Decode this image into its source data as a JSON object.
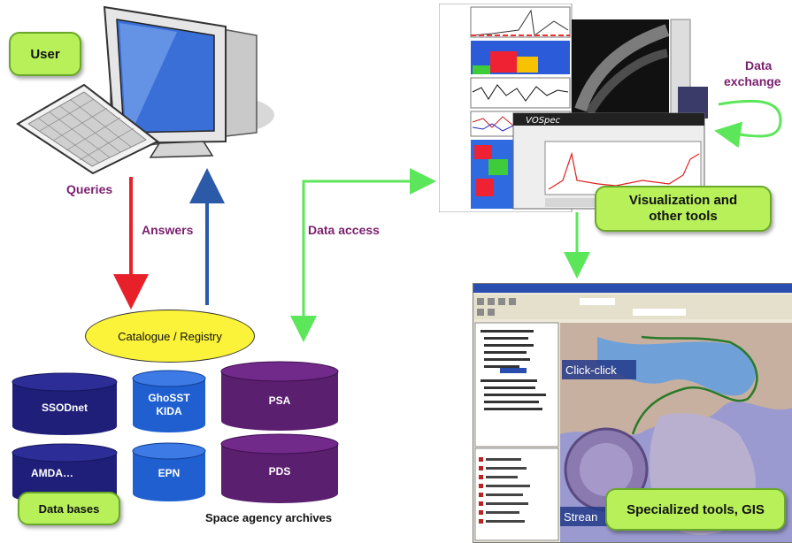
{
  "labels": {
    "user": "User",
    "queries": "Queries",
    "answers": "Answers",
    "data_access": "Data access",
    "data_exchange_line1": "Data",
    "data_exchange_line2": "exchange",
    "catalogue": "Catalogue / Registry",
    "visualization_line1": "Visualization and",
    "visualization_line2": "other tools",
    "specialized": "Specialized tools, GIS",
    "data_bases": "Data bases",
    "space_agency": "Space agency archives"
  },
  "databases": {
    "ssodnet": "SSODnet",
    "ghosst_line1": "GhoSST",
    "ghosst_line2": "KIDA",
    "amda": "AMDA…",
    "epn": "EPN",
    "psa": "PSA",
    "pds": "PDS"
  },
  "gis_screenshot": {
    "click_label": "Click-click",
    "stream_label": "Strean"
  },
  "colors": {
    "green_box": "#b8f05a",
    "arrow_red": "#e8202a",
    "arrow_blue": "#2a5aa8",
    "arrow_green": "#5ce65a",
    "db_navy": "#1f1f7a",
    "db_blue": "#1f5fd0",
    "db_purple": "#5a1f6e",
    "catalogue_yellow": "#fbf23a",
    "label_purple": "#7a1f6e"
  }
}
